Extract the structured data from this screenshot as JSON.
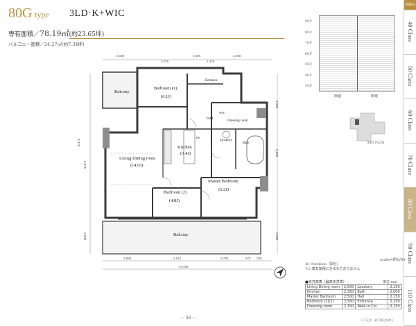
{
  "header": {
    "plan_code": "80G",
    "plan_type": "type",
    "layout": "3LD·K+WIC",
    "area_label": "専有面積／",
    "area_value": "78.19㎡",
    "area_tsubo": "(約23.65坪)",
    "balcony_area": "バルコニー面積／24.27㎡(約7.34坪)"
  },
  "rooms": {
    "balcony_top": "Balcony",
    "bedroom1": "Bedroom (1)",
    "bedroom1_size": "(6.1J)",
    "entrance": "Entrance",
    "hall": "Hall",
    "dressing": "Dressing room",
    "lavatory": "Lavatory",
    "bath": "Bath",
    "kitchen": "Kitchen",
    "kitchen_size": "(3.4J)",
    "living": "Living Dining room",
    "living_size": "(14.0J)",
    "master": "Master Bedroom",
    "master_size": "(6.2J)",
    "bedroom2": "Bedroom (2)",
    "bedroom2_size": "(4.8J)",
    "balcony_bottom": "Balcony",
    "wic": "WIC",
    "ps": "PS"
  },
  "dimensions": {
    "top": [
      "2,000",
      "4,605",
      "3,375",
      "1,245",
      "2,090"
    ],
    "bottom": [
      "3,885",
      "3,610",
      "3,790",
      "675",
      "780"
    ],
    "bottom_total": "10,935",
    "left": [
      "8,478",
      "6,875",
      "2,000"
    ],
    "right": [
      "4,605",
      "3,555",
      "2,000"
    ]
  },
  "elevation": {
    "left_label": "西面",
    "right_label": "南東",
    "ticks": [
      "30F",
      "40F",
      "50F",
      "60F",
      "70F",
      "80F",
      "90F"
    ]
  },
  "keyplan_label": "KEY PLAN",
  "scale": "scale=約1/86",
  "notes": [
    "※1 Partition（間仕）",
    "※2 専有面積に含まれておりません"
  ],
  "ceiling_caption": "■天井高表（最高天井高）",
  "ceiling_unit": "単位:mm",
  "ceiling_table": [
    [
      "Living Dining room",
      "2,500",
      "Lavatory",
      "2,150"
    ],
    [
      "Kitchen",
      "2,350",
      "Bath",
      "2,000"
    ],
    [
      "Master Bedroom",
      "2,500",
      "Hall",
      "2,150"
    ],
    [
      "Bedroom (1)(2)",
      "2,550",
      "Entrance",
      "2,250"
    ],
    [
      "Dressing room",
      "2,150",
      "Walk-in Clo.",
      "2,150"
    ]
  ],
  "footnote": "※下天井・梁下部分を除く",
  "page_number": "— 48 —",
  "tabs": [
    {
      "label": "Index",
      "active": false
    },
    {
      "label": "40 Class",
      "active": false
    },
    {
      "label": "50 Class",
      "active": false
    },
    {
      "label": "60 Class",
      "active": false
    },
    {
      "label": "70 Class",
      "active": false
    },
    {
      "label": "80 Class",
      "active": true
    },
    {
      "label": "90 Class",
      "active": false
    },
    {
      "label": "110 Class",
      "active": false
    }
  ],
  "colors": {
    "accent": "#b9913e",
    "tab_active": "#c9b48a",
    "wall": "#3a3a3a",
    "column": "#8d8d8d"
  }
}
